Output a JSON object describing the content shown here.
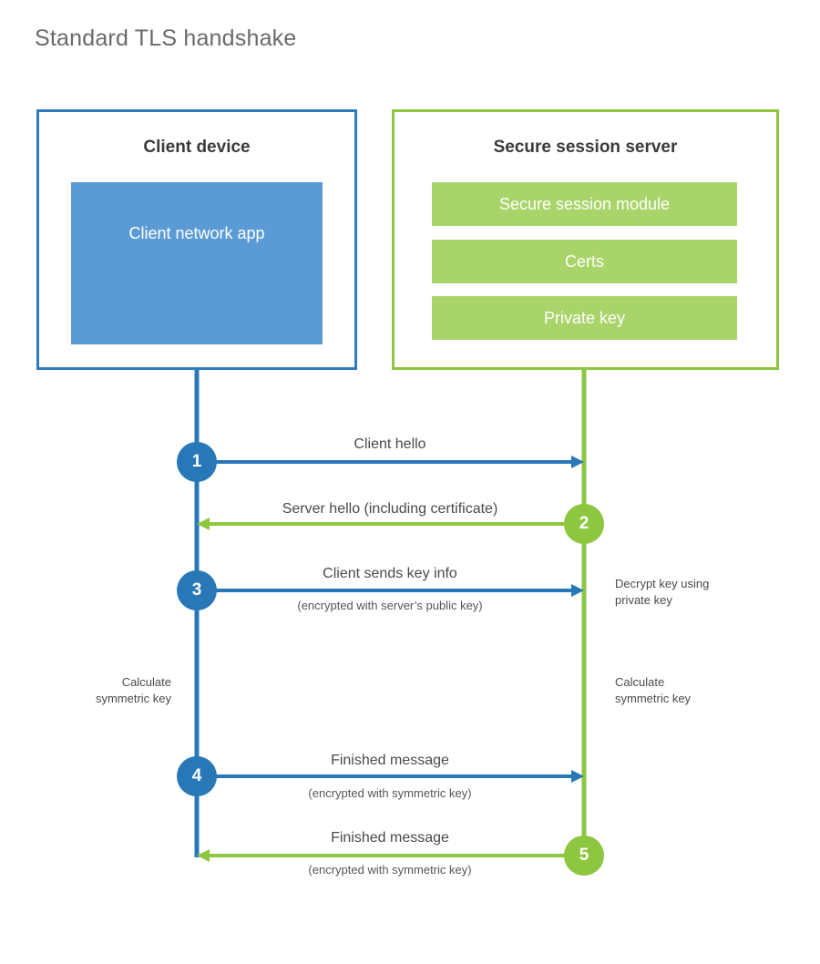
{
  "title": "Standard TLS handshake",
  "colors": {
    "client_accent": "#2e7cbe",
    "client_line": "#2878b8",
    "client_fill": "#5b9bd5",
    "server_accent": "#8dc63f",
    "server_fill": "#a9d46a",
    "text": "#4a4a4a",
    "title_text": "#6a6a6a",
    "background": "#ffffff"
  },
  "parties": {
    "client": {
      "title": "Client device",
      "app_label": "Client network\napp"
    },
    "server": {
      "title": "Secure session server",
      "modules": [
        {
          "label": "Secure session module"
        },
        {
          "label": "Certs"
        },
        {
          "label": "Private key"
        }
      ]
    }
  },
  "steps": [
    {
      "number": "1",
      "side": "client",
      "direction": "client-to-server",
      "label": "Client hello",
      "sublabel": ""
    },
    {
      "number": "2",
      "side": "server",
      "direction": "server-to-client",
      "label": "Server hello (including certificate)",
      "sublabel": ""
    },
    {
      "number": "3",
      "side": "client",
      "direction": "client-to-server",
      "label": "Client sends key info",
      "sublabel": "(encrypted with server’s public key)"
    },
    {
      "number": "4",
      "side": "client",
      "direction": "client-to-server",
      "label": "Finished message",
      "sublabel": "(encrypted with symmetric key)"
    },
    {
      "number": "5",
      "side": "server",
      "direction": "server-to-client",
      "label": "Finished message",
      "sublabel": "(encrypted with symmetric key)"
    }
  ],
  "annotations": {
    "server_decrypt": "Decrypt key using\nprivate key",
    "client_calculate": "Calculate\nsymmetric key",
    "server_calculate": "Calculate\nsymmetric key"
  }
}
